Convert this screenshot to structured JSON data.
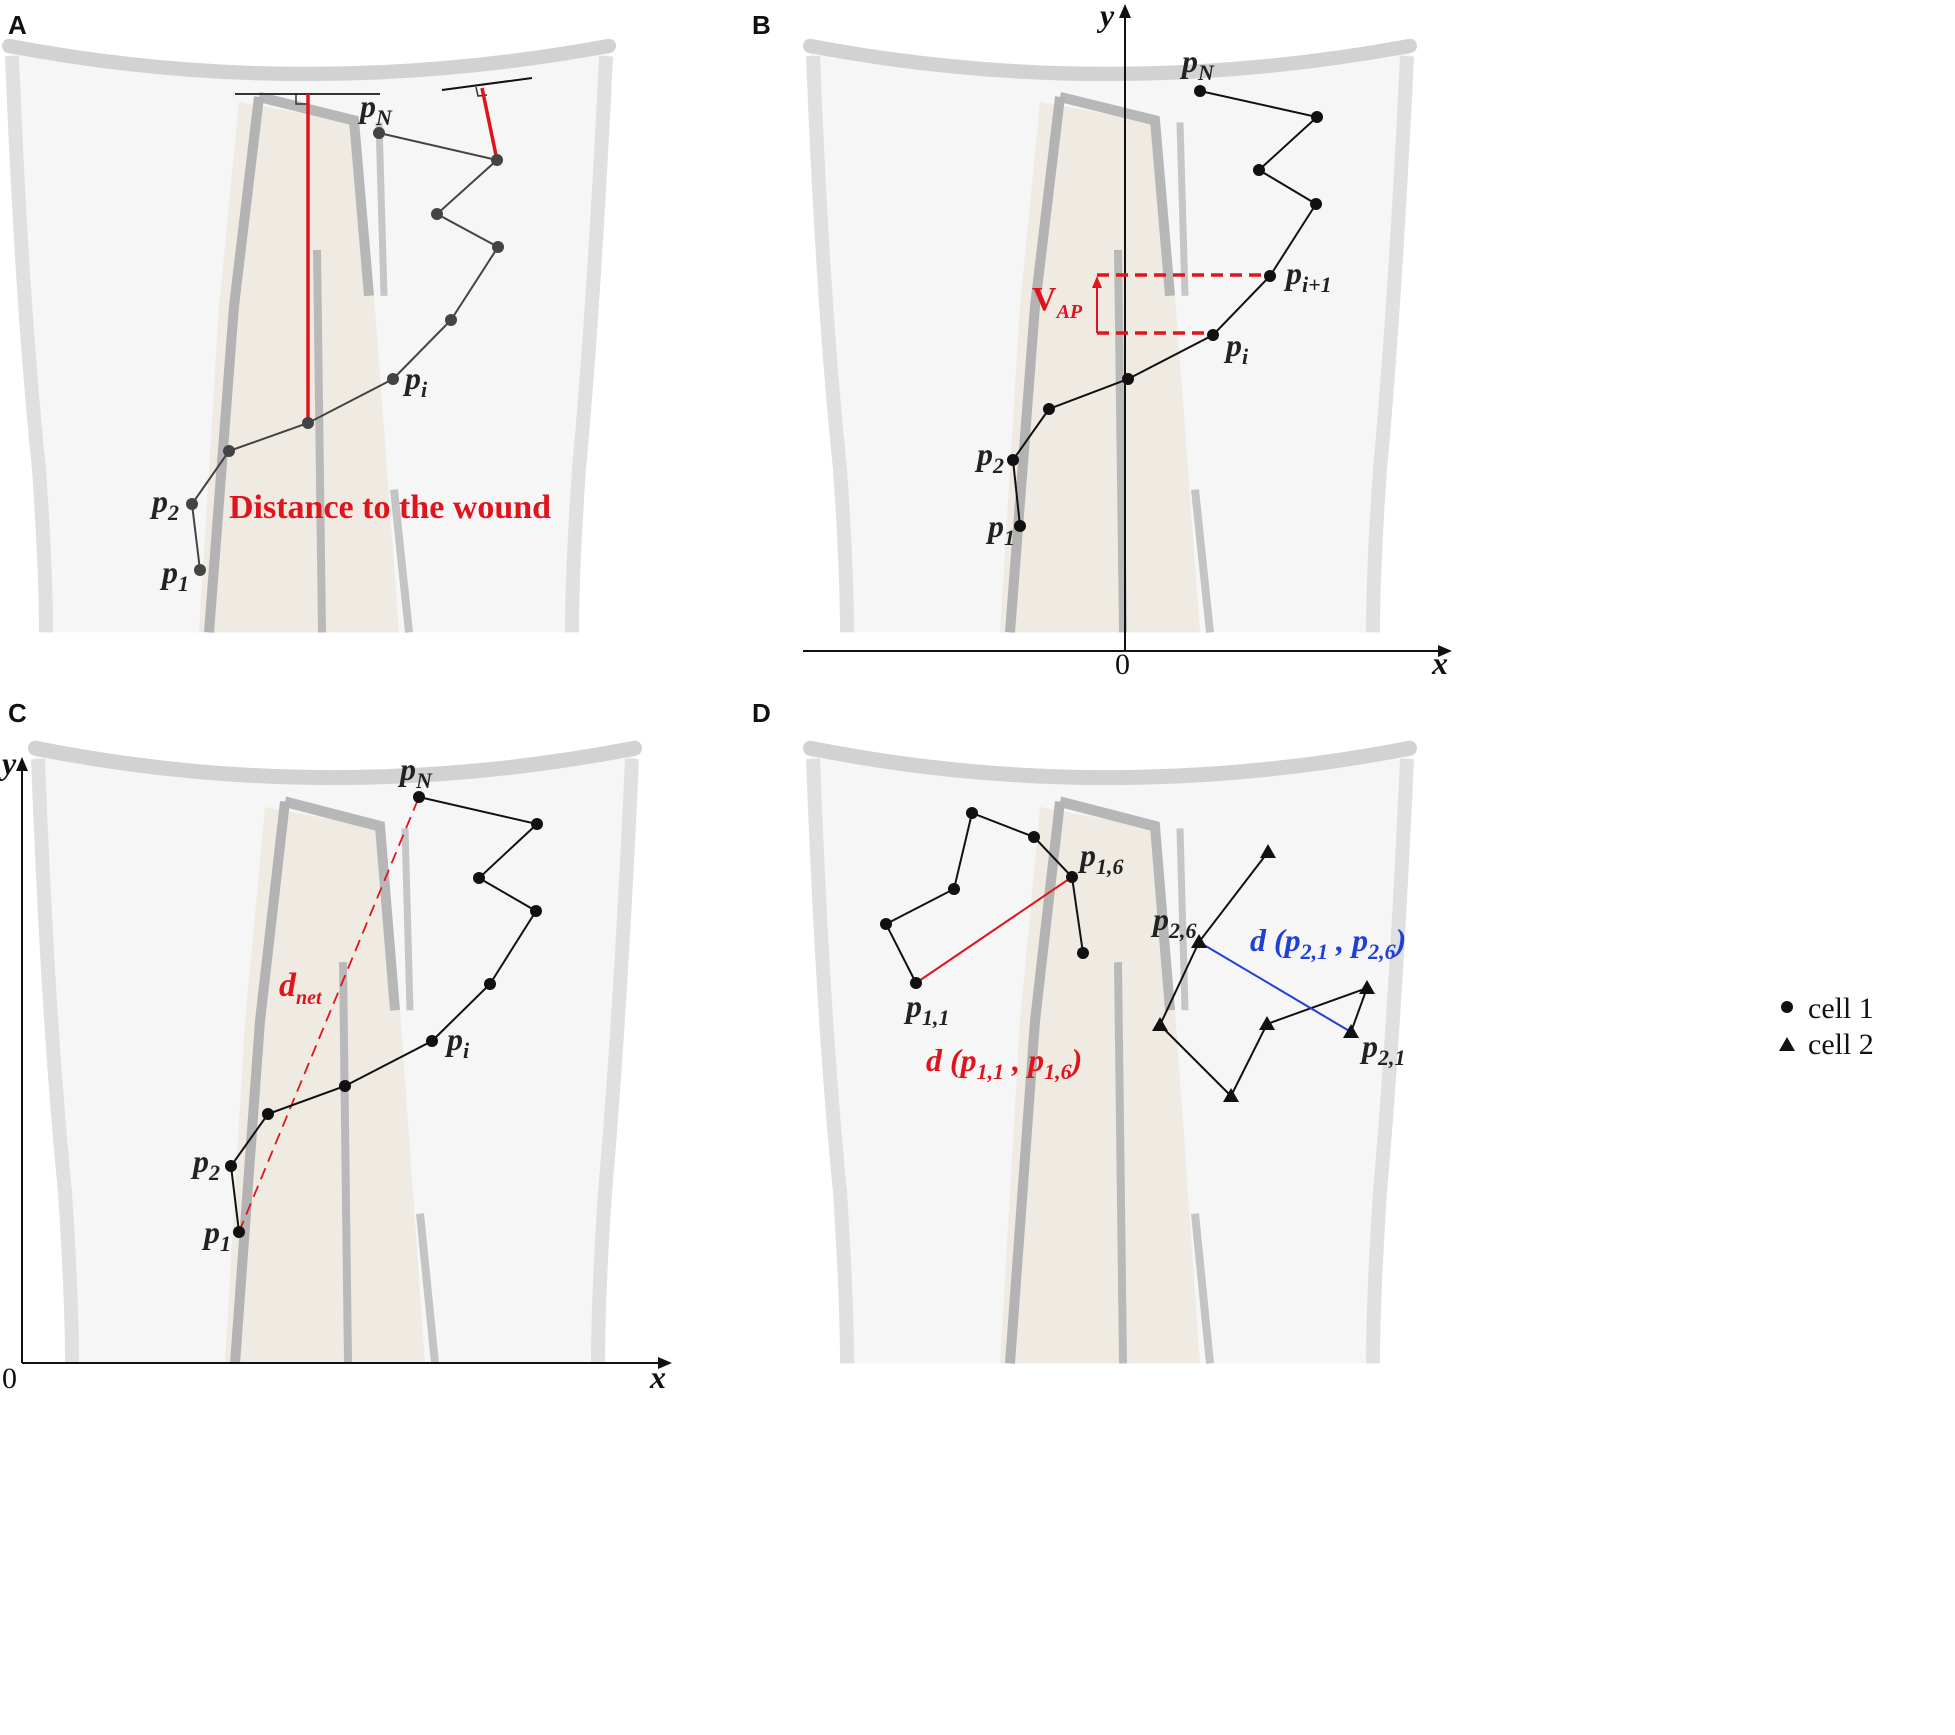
{
  "panels": {
    "a": {
      "letter": "A",
      "distance_label": "Distance to the wound",
      "p1": {
        "main": "p",
        "sub": "1"
      },
      "p2": {
        "main": "p",
        "sub": "2"
      },
      "pi": {
        "main": "p",
        "sub": "i"
      },
      "pN": {
        "main": "p",
        "sub": "N"
      }
    },
    "b": {
      "letter": "B",
      "y_axis": "y",
      "x_axis": "x",
      "origin": "0",
      "v_label": {
        "main": "V",
        "sub": "AP"
      },
      "p1": {
        "main": "p",
        "sub": "1"
      },
      "p2": {
        "main": "p",
        "sub": "2"
      },
      "pi": {
        "main": "p",
        "sub": "i"
      },
      "pi1": {
        "main": "p",
        "sub": "i+1"
      },
      "pN": {
        "main": "p",
        "sub": "N"
      }
    },
    "c": {
      "letter": "C",
      "y_axis": "y",
      "x_axis": "x",
      "origin": "0",
      "dnet": {
        "main": "d",
        "sub": "net"
      },
      "p1": {
        "main": "p",
        "sub": "1"
      },
      "p2": {
        "main": "p",
        "sub": "2"
      },
      "pi": {
        "main": "p",
        "sub": "i"
      },
      "pN": {
        "main": "p",
        "sub": "N"
      }
    },
    "d": {
      "letter": "D",
      "p11": {
        "main": "p",
        "sub": "1,1"
      },
      "p16": {
        "main": "p",
        "sub": "1,6"
      },
      "p26": {
        "main": "p",
        "sub": "2,6"
      },
      "p21": {
        "main": "p",
        "sub": "2,1"
      },
      "d_cell1": {
        "pre": "d (",
        "a_main": "p",
        "a_sub": "1,1",
        "sep": " , ",
        "b_main": "p",
        "b_sub": "1,6",
        "post": ")"
      },
      "d_cell2": {
        "pre": "d (",
        "a_main": "p",
        "a_sub": "2,1",
        "sep": " , ",
        "b_main": "p",
        "b_sub": "2,6",
        "post": ")"
      },
      "legend": {
        "cell1": "cell 1",
        "cell2": "cell 2"
      }
    }
  },
  "colors": {
    "red": "#e0141c",
    "blue": "#1f3fd6",
    "track_gray": "#444444",
    "track_black": "#111111",
    "background_panel": "#f6f6f6",
    "wound": "#efebe3"
  }
}
